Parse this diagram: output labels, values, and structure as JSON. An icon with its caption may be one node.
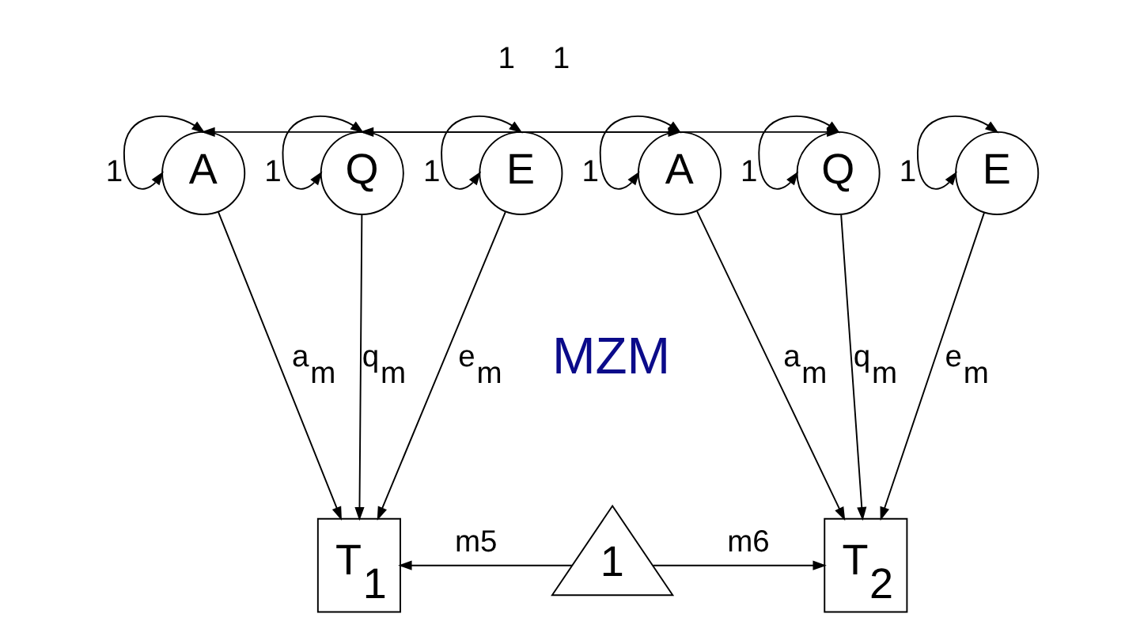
{
  "diagram": {
    "nodes": [
      {
        "text": [
          "A"
        ]
      },
      {
        "text": [
          "Q"
        ]
      },
      {
        "text": [
          "E"
        ]
      },
      {
        "text": [
          "A"
        ]
      },
      {
        "text": [
          "Q"
        ]
      },
      {
        "text": [
          "E"
        ]
      },
      {
        "text": [
          "T$_{1}$"
        ]
      },
      {
        "text": [
          "1"
        ]
      },
      {
        "text": [
          "T$_{2}$"
        ]
      }
    ],
    "edges": [
      {
        "from": 0,
        "to": 0,
        "arrow": "both",
        "label": "1"
      },
      {
        "from": 1,
        "to": 1,
        "arrow": "both",
        "label": "1"
      },
      {
        "from": 2,
        "to": 2,
        "arrow": "both",
        "label": "1"
      },
      {
        "from": 3,
        "to": 3,
        "arrow": "both",
        "label": "1"
      },
      {
        "from": 4,
        "to": 4,
        "arrow": "both",
        "label": "1"
      },
      {
        "from": 5,
        "to": 5,
        "arrow": "both",
        "label": "1"
      },
      {
        "from": 0,
        "to": 3,
        "arrow": "both",
        "label": "1"
      },
      {
        "from": 1,
        "to": 4,
        "arrow": "both",
        "label": "1"
      },
      {
        "from": 0,
        "to": 6,
        "arrow": "to",
        "label": "a$_{m}$"
      },
      {
        "from": 1,
        "to": 6,
        "arrow": "to",
        "label": "q$_{m}$"
      },
      {
        "from": 2,
        "to": 6,
        "arrow": "to",
        "label": "e$_{m}$"
      },
      {
        "from": 3,
        "to": 8,
        "arrow": "to",
        "label": "a$_{m}$"
      },
      {
        "from": 4,
        "to": 8,
        "arrow": "to",
        "label": "q$_{m}$"
      },
      {
        "from": 5,
        "to": 8,
        "arrow": "to",
        "label": "e$_{m}$"
      },
      {
        "from": 7,
        "to": 6,
        "arrow": "to",
        "label": "m5"
      },
      {
        "from": 7,
        "to": 8,
        "arrow": "to",
        "label": "m6"
      }
    ],
    "labels": [
      "MZM"
    ]
  }
}
